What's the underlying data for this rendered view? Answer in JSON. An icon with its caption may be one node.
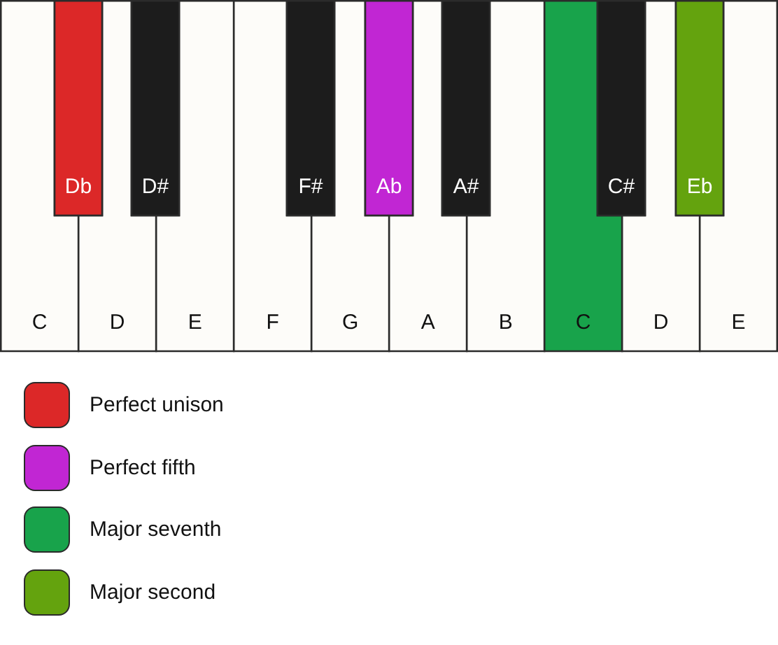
{
  "diagram": {
    "nodes": [
      {
        "text": [
          "C"
        ]
      },
      {
        "text": [
          "Db"
        ]
      },
      {
        "text": [
          "D"
        ]
      },
      {
        "text": [
          "D#"
        ]
      },
      {
        "text": [
          "E"
        ]
      },
      {
        "text": [
          "F"
        ]
      },
      {
        "text": [
          "F#"
        ]
      },
      {
        "text": [
          "G"
        ]
      },
      {
        "text": [
          "Ab"
        ]
      },
      {
        "text": [
          "A"
        ]
      },
      {
        "text": [
          "A#"
        ]
      },
      {
        "text": [
          "B"
        ]
      },
      {
        "text": [
          "C"
        ]
      },
      {
        "text": [
          "C#"
        ]
      },
      {
        "text": [
          "D"
        ]
      },
      {
        "text": [
          "Eb"
        ]
      },
      {
        "text": [
          "E"
        ]
      }
    ],
    "legend": [
      {
        "text": "Perfect unison",
        "color": "#dc2828"
      },
      {
        "text": "Perfect fifth",
        "color": "#c126d3"
      },
      {
        "text": "Major seventh",
        "color": "#18a34b"
      },
      {
        "text": "Major second",
        "color": "#64a30e"
      }
    ]
  }
}
